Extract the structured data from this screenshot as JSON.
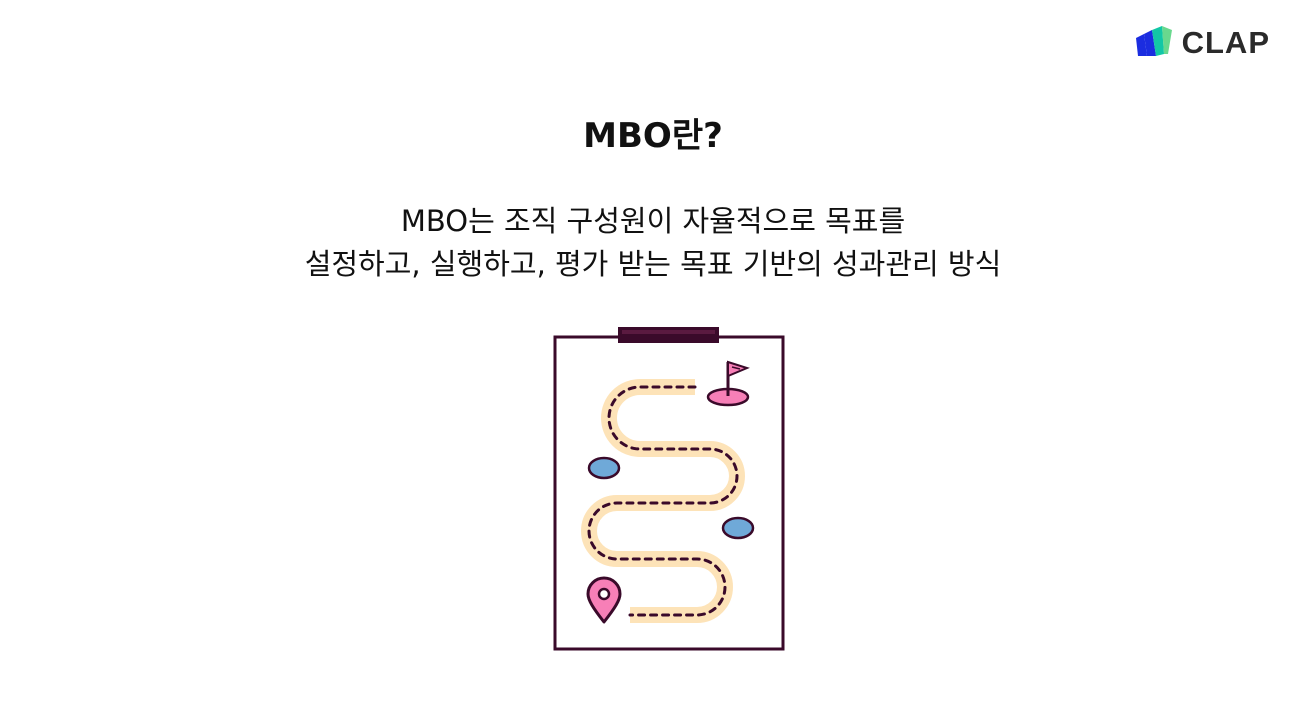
{
  "header": {
    "logo_text": "CLAP",
    "logo_colors": {
      "blue": "#1b2de0",
      "teal": "#12c7a6",
      "green": "#4fd17a"
    }
  },
  "main": {
    "title": "MBO란?",
    "description_line1": "MBO는 조직 구성원이 자율적으로 목표를",
    "description_line2": "설정하고, 실행하고, 평가 받는 목표 기반의 성과관리 방식"
  },
  "illustration": {
    "icons": [
      "clipboard-icon",
      "winding-road-icon",
      "flag-icon",
      "location-pin-icon",
      "stone-icon"
    ],
    "colors": {
      "outline": "#3a0a2a",
      "road": "#fde3b8",
      "flag_pink": "#f77fb7",
      "stone_blue": "#6fa9d8"
    }
  }
}
